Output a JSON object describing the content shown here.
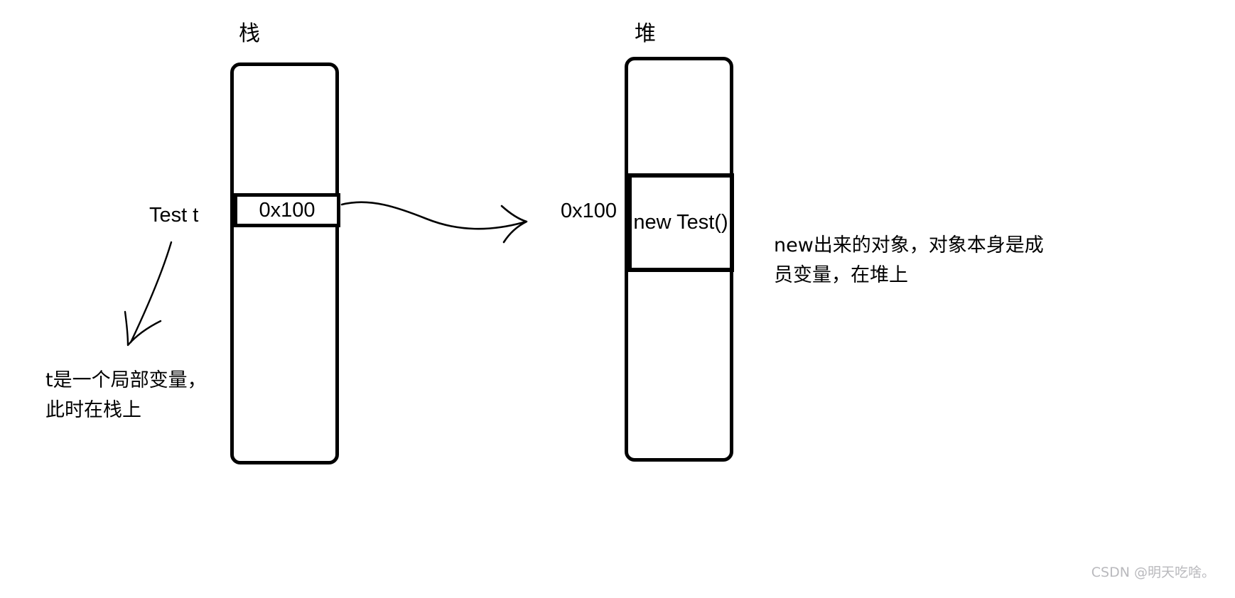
{
  "diagram": {
    "title_stack": "栈",
    "title_heap": "堆",
    "stack": {
      "slot_value": "0x100",
      "variable_label": "Test  t",
      "annotation_line1": "t是一个局部变量，",
      "annotation_line2": "此时在栈上"
    },
    "heap": {
      "address_label": "0x100",
      "slot_value": "new Test()",
      "annotation_line1": "new出来的对象，对象本身是成",
      "annotation_line2": "员变量，在堆上"
    },
    "arrow_stack_to_heap": "curved-arrow-icon",
    "arrow_label_to_variable": "curved-arrow-icon"
  },
  "watermark": {
    "text": "CSDN @明天吃啥。"
  },
  "colors": {
    "stroke": "#000000",
    "background": "#ffffff",
    "watermark": "#b9b9bd"
  }
}
